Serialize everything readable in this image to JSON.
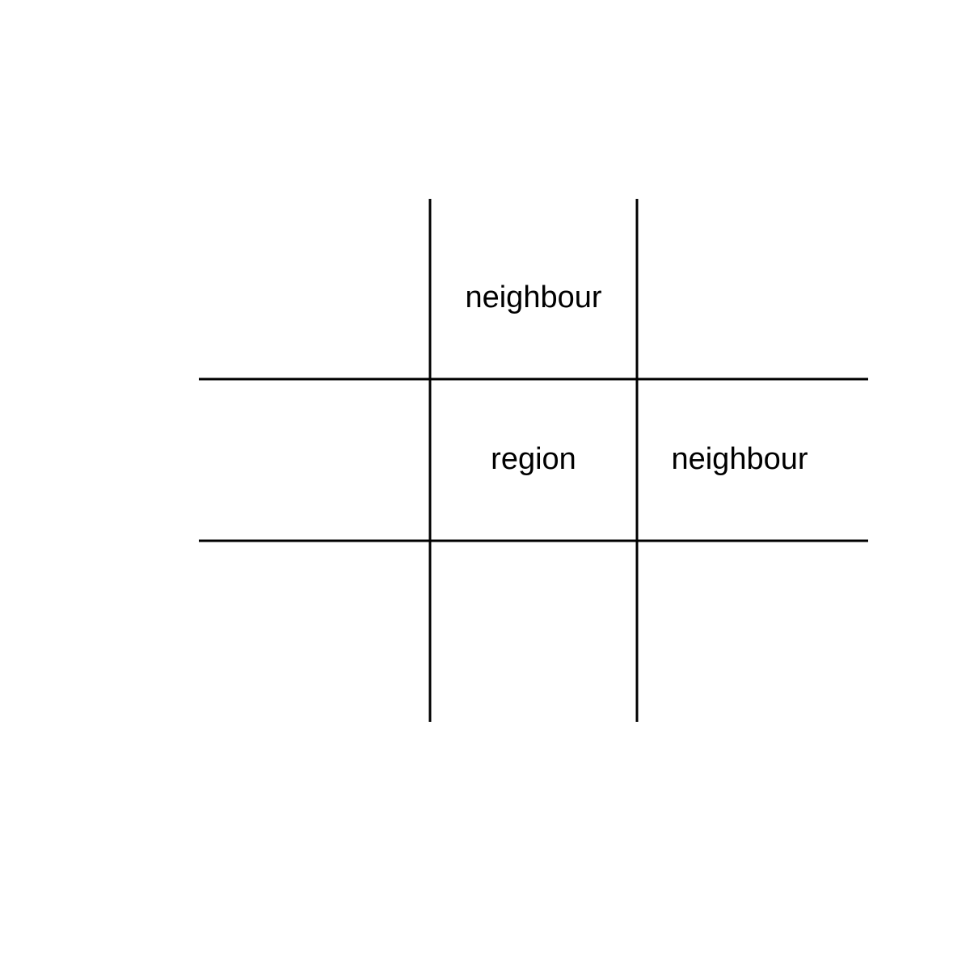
{
  "diagram": {
    "colors": {
      "line": "#000000",
      "background": "#ffffff",
      "text": "#000000"
    },
    "cells": {
      "top_center": {
        "label": "neighbour"
      },
      "center": {
        "label": "region"
      },
      "middle_right": {
        "label": "neighbour"
      }
    }
  }
}
